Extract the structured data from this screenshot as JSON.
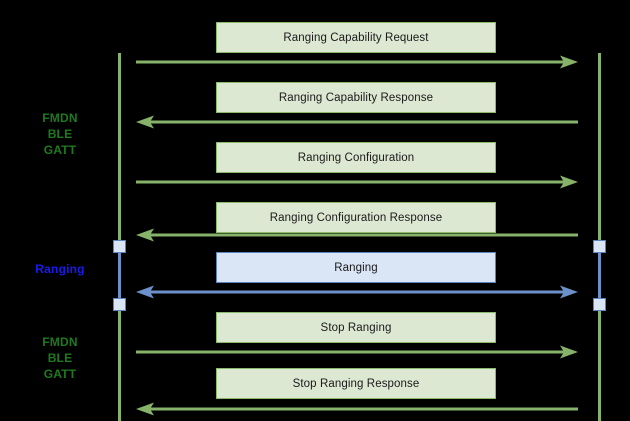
{
  "diagram": {
    "type": "sequence-diagram",
    "background": "#000000",
    "colors": {
      "lifeline_green": "#86b26a",
      "box_green_fill": "#dde8d3",
      "box_green_border": "#8bb96a",
      "box_blue_fill": "#dae5f5",
      "box_blue_border": "#5b83c0",
      "arrow_green": "#86b26a",
      "arrow_blue": "#6c90c8",
      "label_green": "#1f7a1f",
      "label_blue": "#1a1aee",
      "text": "#1a1a1a"
    }
  },
  "side_labels": [
    {
      "id": "phase-gatt-top",
      "color": "green",
      "lines": [
        "FMDN",
        "BLE",
        "GATT"
      ]
    },
    {
      "id": "phase-ranging",
      "color": "blue",
      "lines": [
        "Ranging"
      ]
    },
    {
      "id": "phase-gatt-bottom",
      "color": "green",
      "lines": [
        "FMDN",
        "BLE",
        "GATT"
      ]
    }
  ],
  "messages": [
    {
      "id": "ranging-capability-request",
      "label": "Ranging Capability Request",
      "style": "green",
      "direction": "right"
    },
    {
      "id": "ranging-capability-response",
      "label": "Ranging Capability Response",
      "style": "green",
      "direction": "left"
    },
    {
      "id": "ranging-configuration",
      "label": "Ranging Configuration",
      "style": "green",
      "direction": "right"
    },
    {
      "id": "ranging-configuration-response",
      "label": "Ranging Configuration Response",
      "style": "green",
      "direction": "left"
    },
    {
      "id": "ranging",
      "label": "Ranging",
      "style": "blue",
      "direction": "both"
    },
    {
      "id": "stop-ranging",
      "label": "Stop Ranging",
      "style": "green",
      "direction": "right"
    },
    {
      "id": "stop-ranging-response",
      "label": "Stop Ranging Response",
      "style": "green",
      "direction": "left"
    }
  ]
}
